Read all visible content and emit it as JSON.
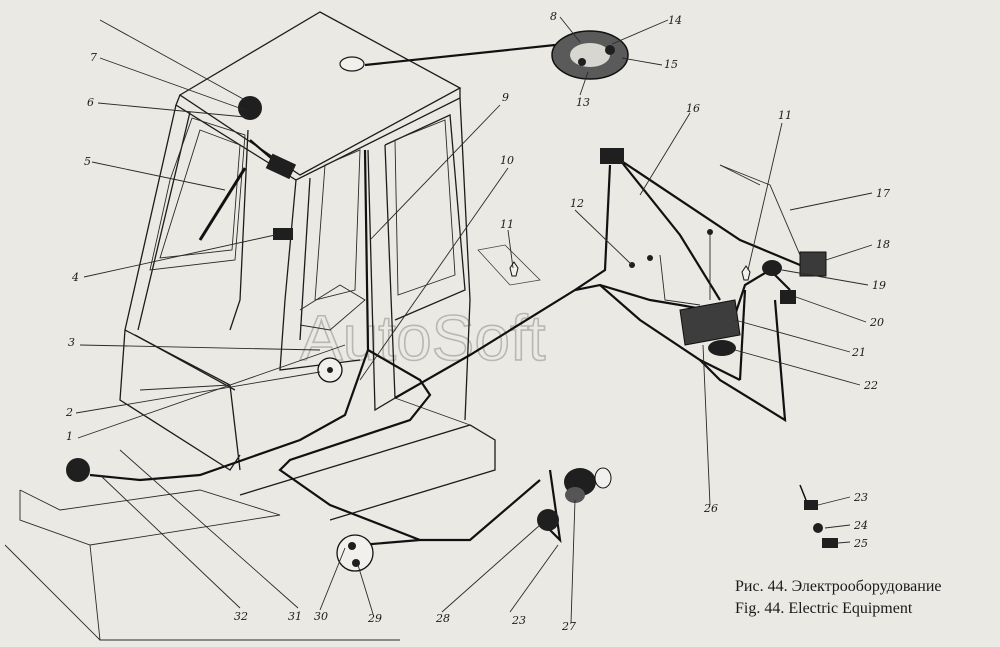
{
  "watermark": "AutoSoft",
  "caption": {
    "ru": "Рис. 44. Электрооборудование",
    "en": "Fig. 44. Electric Equipment"
  },
  "labels": [
    "1",
    "2",
    "3",
    "4",
    "5",
    "6",
    "7",
    "8",
    "9",
    "10",
    "11",
    "11",
    "12",
    "13",
    "14",
    "15",
    "16",
    "17",
    "18",
    "19",
    "20",
    "21",
    "22",
    "23",
    "23",
    "24",
    "25",
    "26",
    "27",
    "28",
    "29",
    "30",
    "31",
    "32"
  ]
}
